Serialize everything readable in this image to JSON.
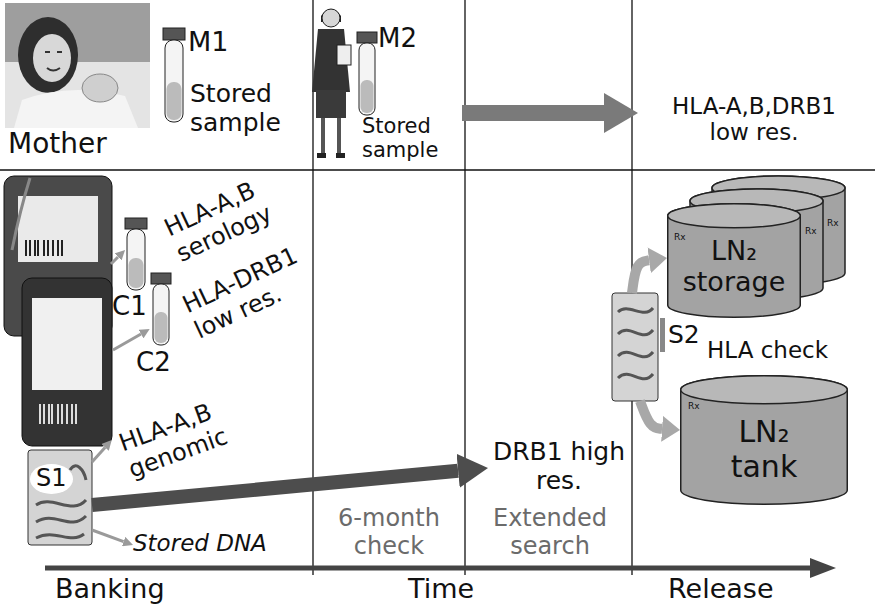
{
  "diagram": {
    "nodes": [
      {
        "text": [
          "M1",
          "Stored sample"
        ]
      },
      {
        "text": [
          "M2",
          "Stored sample"
        ]
      },
      {
        "text": [
          "HLA-A,B,DRB1 low res."
        ]
      },
      {
        "text": [
          "C1"
        ]
      },
      {
        "text": [
          "C2"
        ]
      },
      {
        "text": [
          "S1"
        ]
      },
      {
        "text": [
          "HLA-A,B genomic"
        ]
      },
      {
        "text": [
          "Stored DNA"
        ]
      },
      {
        "text": [
          "DRB1 high res."
        ]
      },
      {
        "text": [
          "S2",
          "HLA check"
        ]
      },
      {
        "text": [
          "LN₂ storage"
        ]
      },
      {
        "text": [
          "LN₂ tank"
        ]
      }
    ],
    "edges": [
      {
        "from": 1,
        "to": 2,
        "arrow": "to"
      },
      {
        "from": 5,
        "to": 6,
        "arrow": "to"
      },
      {
        "from": 5,
        "to": 7,
        "arrow": "to"
      },
      {
        "from": 5,
        "to": 8,
        "arrow": "to"
      },
      {
        "from": 9,
        "to": 10,
        "arrow": "to"
      },
      {
        "from": 9,
        "to": 11,
        "arrow": "to"
      }
    ],
    "labels": [
      "Mother",
      "HLA-A,B serology",
      "HLA-DRB1 low res.",
      "6-month check",
      "Extended search",
      "Banking",
      "Time",
      "Release",
      "Rx",
      "Rx",
      "Rx",
      "Rx"
    ]
  }
}
